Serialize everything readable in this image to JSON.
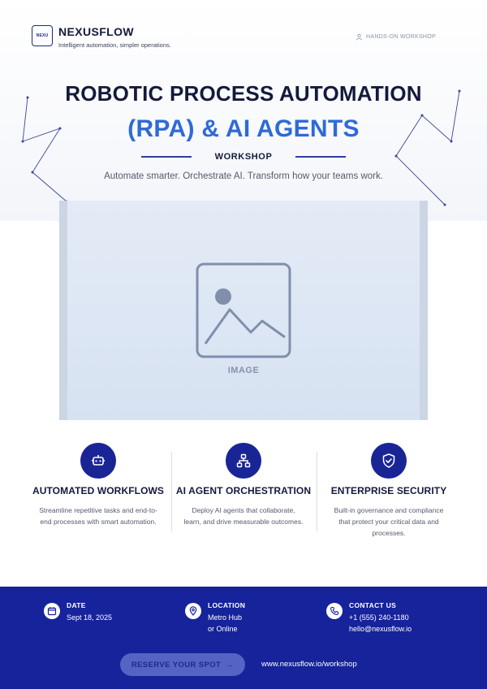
{
  "header": {
    "logo_text": "NEXU",
    "brand": "NEXUSFLOW",
    "tagline": "Intelligent automation, simpler operations.",
    "badge": "HANDS-ON WORKSHOP",
    "badge_icon": "person-icon"
  },
  "hero": {
    "title_line1": "ROBOTIC PROCESS AUTOMATION",
    "title_line2": "(RPA) & AI AGENTS",
    "kicker": "WORKSHOP",
    "subtitle": "Automate smarter. Orchestrate AI. Transform how your teams work."
  },
  "image": {
    "caption": "IMAGE",
    "icon": "image-placeholder-icon"
  },
  "features": [
    {
      "icon": "robot-icon",
      "title": "AUTOMATED WORKFLOWS",
      "description": "Streamline repetitive tasks and end-to-end processes with smart automation."
    },
    {
      "icon": "network-icon",
      "title": "AI AGENT ORCHESTRATION",
      "description": "Deploy AI agents that collaborate, learn, and drive measurable outcomes."
    },
    {
      "icon": "shield-check-icon",
      "title": "ENTERPRISE SECURITY",
      "description": "Built-in governance and compliance that protect your critical data and processes."
    }
  ],
  "footer": {
    "date": {
      "label": "DATE",
      "value": "Sept 18, 2025",
      "icon": "calendar-icon"
    },
    "location": {
      "label": "LOCATION",
      "line1": "Metro Hub",
      "line2": "or Online",
      "icon": "map-pin-icon"
    },
    "contact": {
      "label": "CONTACT US",
      "phone": "+1 (555) 240-1180",
      "email": "hello@nexusflow.io",
      "icon": "phone-icon"
    },
    "cta_label": "RESERVE YOUR SPOT",
    "cta_arrow": "→",
    "website": "www.nexusflow.io/workshop"
  },
  "colors": {
    "primary": "#16239a",
    "accent_blue": "#2e6ad8",
    "heading": "#141a3c",
    "button": "#5563c4"
  }
}
